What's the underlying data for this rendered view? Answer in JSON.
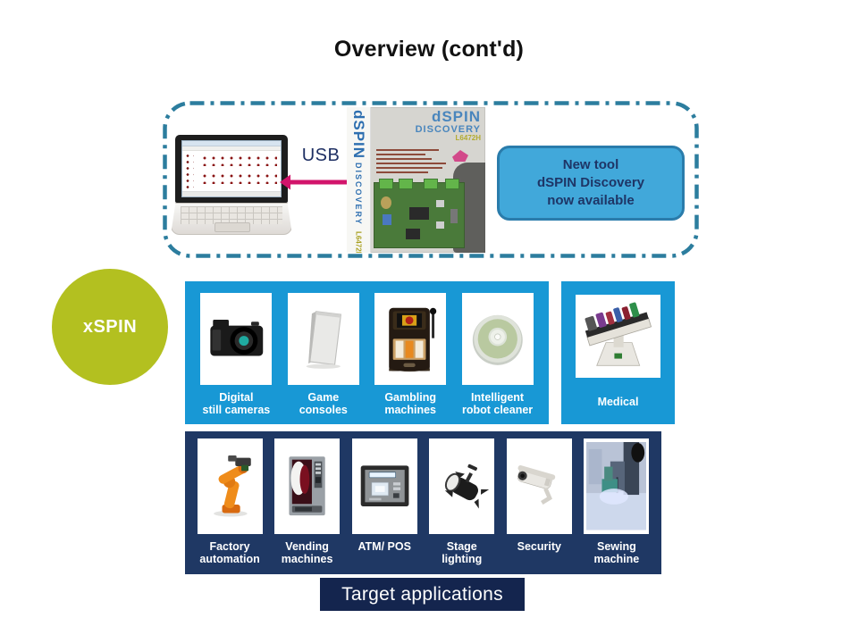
{
  "title": "Overview (cont'd)",
  "tool_panel": {
    "usb_label": "USB",
    "callout_text": "New tool\ndSPIN Discovery\nnow available",
    "package": {
      "brand": "dSPIN",
      "series": "DISCOVERY",
      "part_number": "L6472H"
    }
  },
  "xspin_label": "xSPIN",
  "applications": {
    "row1": [
      {
        "label": "Digital\nstill cameras",
        "icon": "camera-icon"
      },
      {
        "label": "Game\nconsoles",
        "icon": "game-console-icon"
      },
      {
        "label": "Gambling\nmachines",
        "icon": "slot-machine-icon"
      },
      {
        "label": "Intelligent\nrobot cleaner",
        "icon": "robot-cleaner-icon"
      },
      {
        "label": "Medical",
        "icon": "medical-rocker-icon"
      }
    ],
    "row2": [
      {
        "label": "Factory\nautomation",
        "icon": "robot-arm-icon"
      },
      {
        "label": "Vending\nmachines",
        "icon": "vending-machine-icon"
      },
      {
        "label": "ATM/ POS",
        "icon": "atm-icon"
      },
      {
        "label": "Stage\nlighting",
        "icon": "stage-light-icon"
      },
      {
        "label": "Security",
        "icon": "cctv-camera-icon"
      },
      {
        "label": "Sewing\nmachine",
        "icon": "sewing-machine-icon"
      }
    ],
    "footer": "Target applications"
  },
  "colors": {
    "row1_blue": "#1898d5",
    "row2_navy": "#1f3864",
    "footer_navy": "#14254e",
    "callout_fill": "#41a8da",
    "callout_border": "#2a7cab",
    "callout_text": "#1e3566",
    "dashed_border": "#2c7d9e",
    "xspin_green": "#b3c020",
    "usb_arrow_magenta": "#d2146b",
    "usb_text_navy": "#1e2f63"
  }
}
